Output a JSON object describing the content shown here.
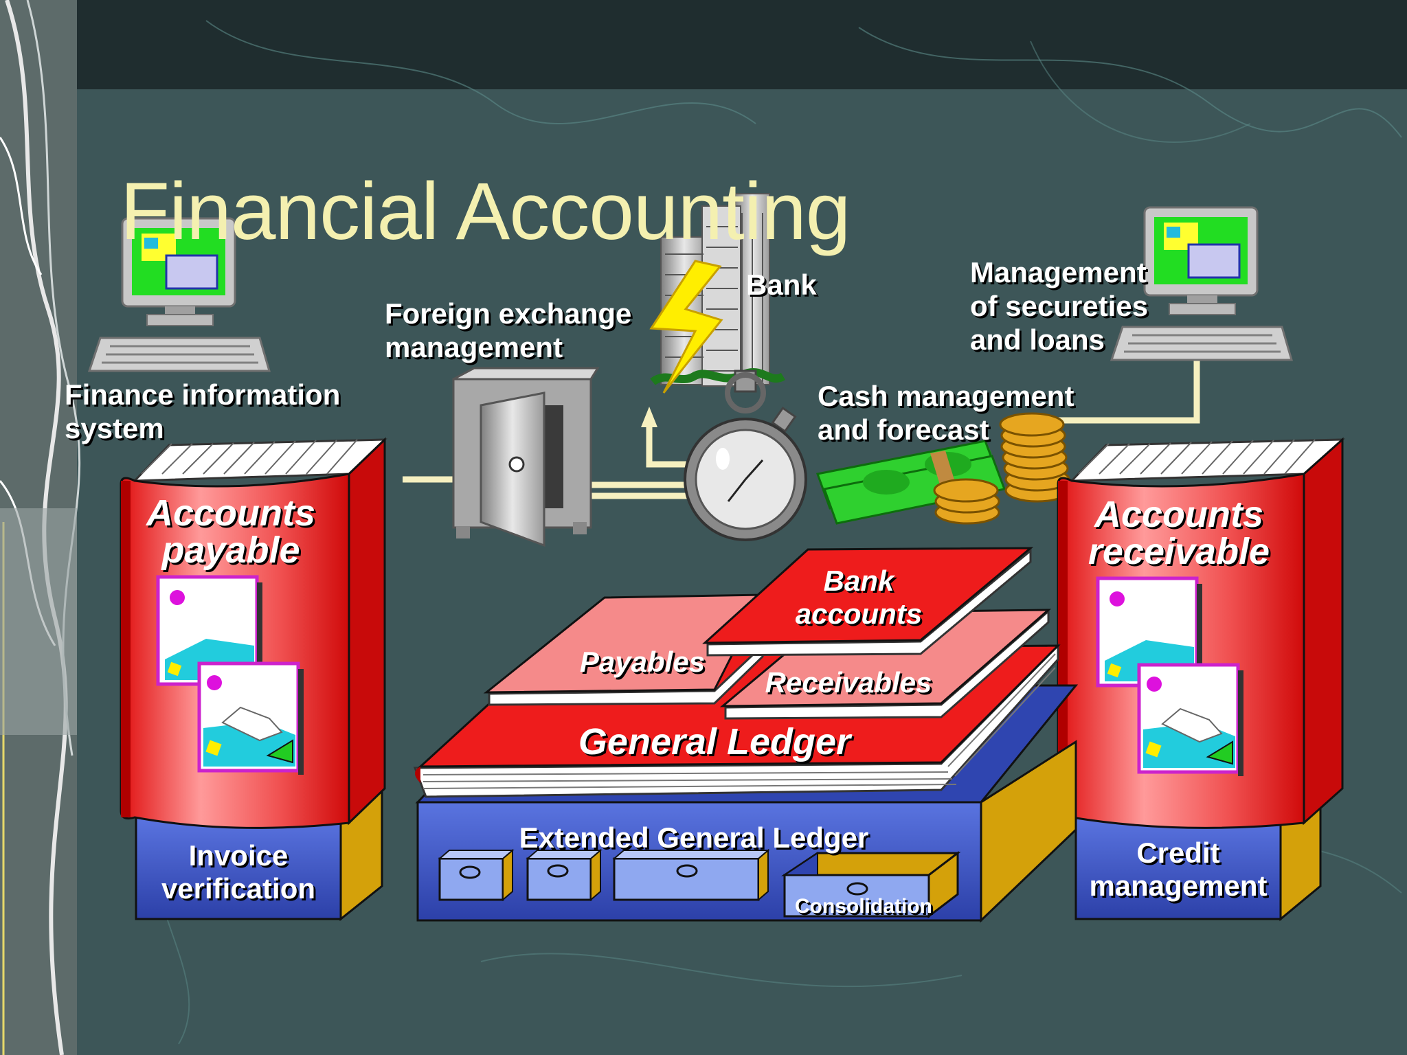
{
  "title": "Financial Accounting",
  "labels": {
    "finance_info": [
      "Finance information",
      "system"
    ],
    "forex": [
      "Foreign exchange",
      "management"
    ],
    "bank": "Bank",
    "securities": [
      "Management",
      "of secureties",
      "and loans"
    ],
    "cash": [
      "Cash management",
      "and forecast"
    ]
  },
  "books": {
    "accounts_payable": [
      "Accounts",
      "payable"
    ],
    "accounts_receivable": [
      "Accounts",
      "receivable"
    ],
    "general_ledger": "General Ledger",
    "payables": "Payables",
    "receivables": "Receivables",
    "bank_accounts": [
      "Bank",
      "accounts"
    ]
  },
  "boxes": {
    "invoice_verification": [
      "Invoice",
      "verification"
    ],
    "credit_management": [
      "Credit",
      "management"
    ],
    "extended_gl": "Extended General Ledger",
    "consolidation": "Consolidation"
  },
  "icons": {
    "computer_left": "computer-icon",
    "computer_right": "computer-icon",
    "safe": "safe-icon",
    "bank_building": "bank-building-icon",
    "lightning": "lightning-icon",
    "stopwatch": "stopwatch-icon",
    "money": "money-icon",
    "coins": "coins-icon"
  },
  "colors": {
    "background": "#3d5658",
    "title": "#f4f0b0",
    "book_red": "#ee1c1c",
    "book_pink": "#f58a8a",
    "box_blue": "#2f45b0",
    "box_light_blue": "#8fa8f0",
    "box_gold": "#d4a10a",
    "connector": "#f6f0c0"
  }
}
